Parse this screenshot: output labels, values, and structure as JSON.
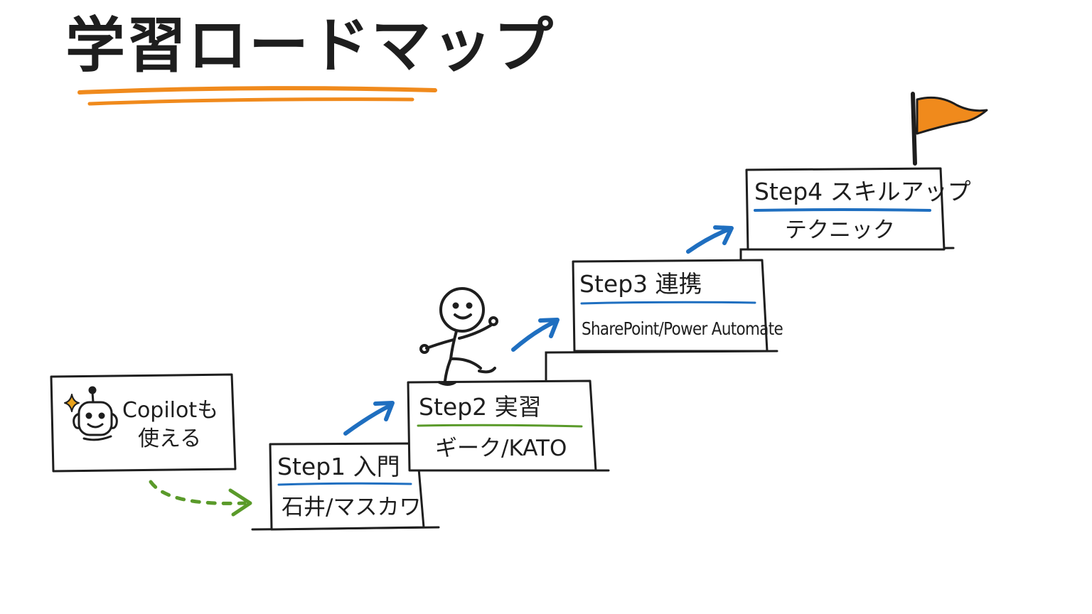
{
  "title": "学習ロードマップ",
  "colors": {
    "ink": "#1e1e1e",
    "accent_orange": "#f08a1c",
    "blue": "#1f6fc0",
    "green": "#5a9a2a",
    "dashed_arrow": "#5a9a2a",
    "sparkle": "#e8a21c"
  },
  "copilot_note": {
    "line1": "Copilotも",
    "line2": "使える",
    "icon": "robot-icon",
    "sparkle_icon": "sparkle-icon"
  },
  "steps": [
    {
      "title": "Step1 入門",
      "subtitle": "石井/マスカワ"
    },
    {
      "title": "Step2 実習",
      "subtitle": "ギーク/KATO"
    },
    {
      "title": "Step3 連携",
      "subtitle": "SharePoint/Power Automate"
    },
    {
      "title": "Step4 スキルアップ",
      "subtitle": "テクニック"
    }
  ],
  "goal_icon": "flag-icon",
  "climber_icon": "stick-figure-climber"
}
